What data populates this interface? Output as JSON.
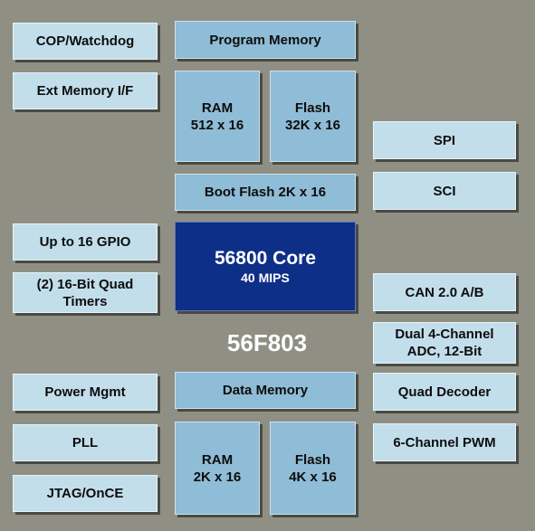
{
  "left": {
    "cop": "COP/Watchdog",
    "ext_mem": "Ext Memory I/F",
    "gpio": "Up to 16 GPIO",
    "timers": "(2) 16-Bit Quad\nTimers",
    "power": "Power Mgmt",
    "pll": "PLL",
    "jtag": "JTAG/OnCE"
  },
  "center": {
    "program_memory": "Program Memory",
    "ram_prog": "RAM\n512 x 16",
    "flash_prog": "Flash\n32K x 16",
    "boot_flash": "Boot Flash 2K x 16",
    "core_title": "56800 Core",
    "core_sub": "40 MIPS",
    "chip_name": "56F803",
    "data_memory": "Data Memory",
    "ram_data": "RAM\n2K x 16",
    "flash_data": "Flash\n4K x 16"
  },
  "right": {
    "spi": "SPI",
    "sci": "SCI",
    "can": "CAN 2.0 A/B",
    "adc": "Dual 4-Channel\nADC, 12-Bit",
    "quad_decoder": "Quad Decoder",
    "pwm": "6-Channel PWM"
  },
  "colors": {
    "background": "#8f8f84",
    "light_block": "#c3deeb",
    "memory_block": "#8fbcd6",
    "core_block": "#0e2f88"
  }
}
